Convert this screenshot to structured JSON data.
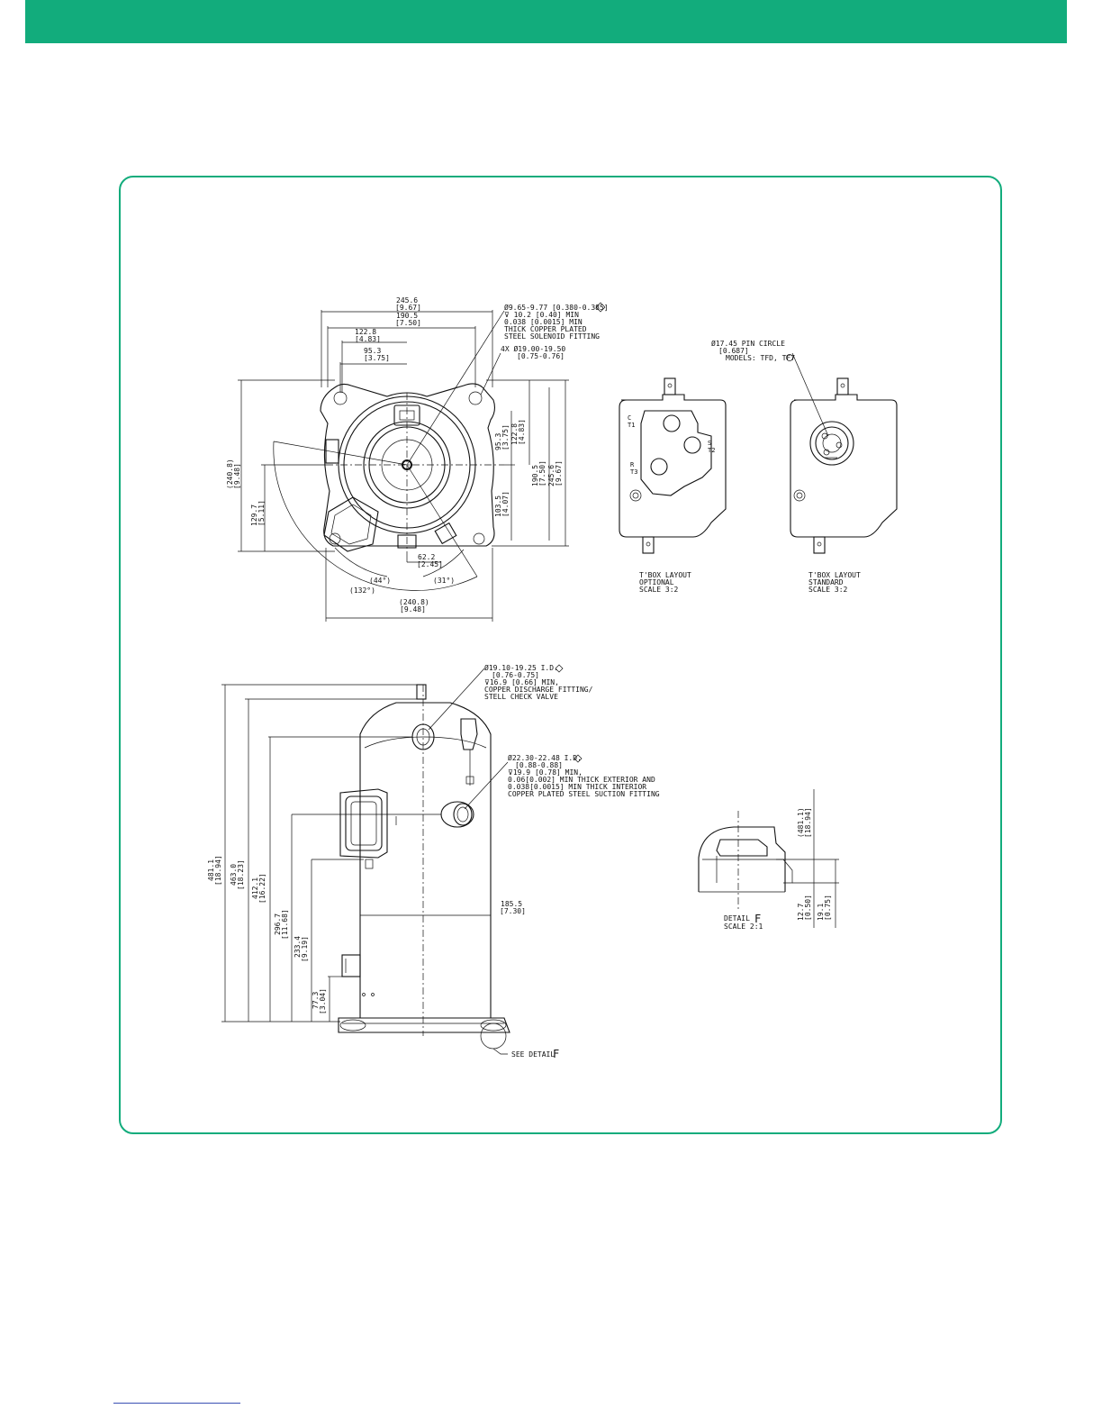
{
  "colors": {
    "accent": "#12ac7c",
    "footer_rule": "#3a4fb3",
    "ink": "#111111"
  },
  "top_view": {
    "dim_width": "245.6",
    "dim_width_in": "[9.67]",
    "dim_bolt": "190.5",
    "dim_bolt_in": "[7.50]",
    "dim_half": "122.8",
    "dim_half_in": "[4.83]",
    "dim_off": "95.3",
    "dim_off_in": "[3.75]",
    "dim_radius": "(240.8)",
    "dim_radius_in": "[9.48]",
    "dim_62": "62.2",
    "dim_62_in": "[2.45]",
    "ang_132": "(132°)",
    "ang_44": "(44°)",
    "ang_31": "(31°)",
    "v_240": "(240.8)",
    "v_240_in": "[9.48]",
    "v_129": "129.7",
    "v_129_in": "[5.11]",
    "r_95": "95.3",
    "r_95_in": "[3.75]",
    "r_122": "122.8",
    "r_122_in": "[4.83]",
    "r_103": "103.5",
    "r_103_in": "[4.07]",
    "r_190": "190.5",
    "r_190_in": "[7.50]",
    "r_245": "245.6",
    "r_245_in": "[9.67]",
    "note_solenoid": [
      "Ø9.65-9.77 [0.380-0.385]",
      "⊽ 10.2 [0.40] MIN",
      "0.038 [0.0015] MIN",
      "THICK COPPER PLATED",
      "STEEL SOLENOID FITTING"
    ],
    "note_holes": [
      "4X Ø19.00-19.50",
      "[0.75-0.76]"
    ]
  },
  "tbox": {
    "pin_note": [
      "Ø17.45  PIN CIRCLE",
      "[0.687]",
      "MODELS: TFD, TF7"
    ],
    "optional_caption": [
      "T'BOX LAYOUT",
      "OPTIONAL",
      "SCALE  3:2"
    ],
    "standard_caption": [
      "T'BOX LAYOUT",
      "STANDARD",
      "SCALE  3:2"
    ],
    "terminals": {
      "c": "C",
      "t1": "T1",
      "s": "S",
      "t2": "T2",
      "r": "R",
      "t3": "T3"
    }
  },
  "side_view": {
    "note_discharge": [
      "Ø19.10-19.25 I.D.",
      "[0.76-0.75]",
      "⊽16.9 [0.66] MIN,",
      "COPPER DISCHARGE FITTING/",
      "STELL CHECK VALVE"
    ],
    "note_suction": [
      "Ø22.30-22.48 I.D.",
      "[0.88-0.88]",
      "⊽19.9 [0.78] MIN,",
      "0.06[0.002] MIN THICK EXTERIOR AND",
      "0.038[0.0015] MIN THICK INTERIOR",
      "COPPER PLATED STEEL SUCTION FITTING"
    ],
    "h_481": "481.1",
    "h_481_in": "[18.94]",
    "h_463": "463.0",
    "h_463_in": "[18.23]",
    "h_412": "412.1",
    "h_412_in": "[16.22]",
    "h_296": "296.7",
    "h_296_in": "[11.68]",
    "h_233": "233.4",
    "h_233_in": "[9.19]",
    "h_77": "77.3",
    "h_77_in": "[3.04]",
    "w_185": "185.5",
    "w_185_in": "[7.30]",
    "see_detail": "SEE DETAIL",
    "detail_letter": "F"
  },
  "detail": {
    "caption": "DETAIL",
    "letter": "F",
    "scale": "SCALE  2:1",
    "d1": "(481.1)",
    "d1_in": "[18.94]",
    "d2": "12.7",
    "d2_in": "[0.50]",
    "d3": "19.1",
    "d3_in": "[0.75]"
  }
}
